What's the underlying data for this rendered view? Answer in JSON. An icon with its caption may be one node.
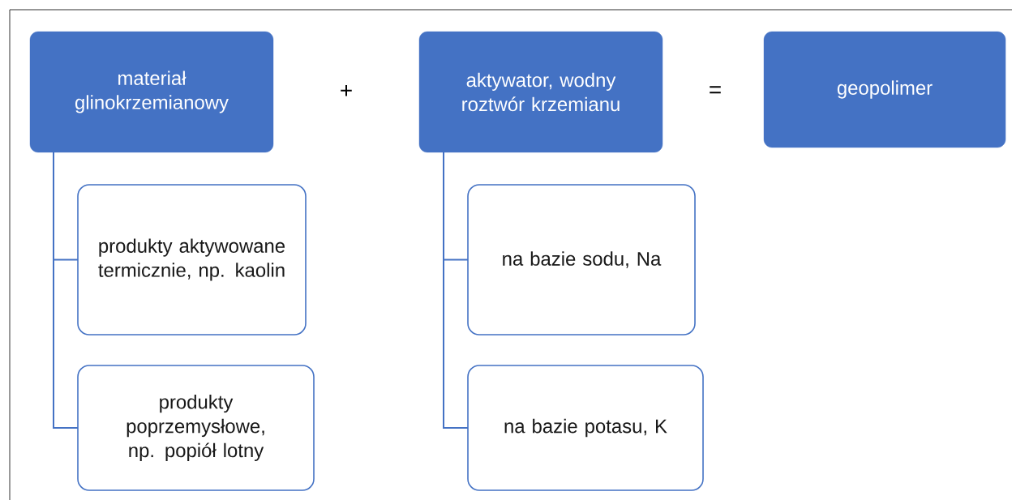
{
  "diagram": {
    "nodes": [
      {
        "text": [
          "materiał glinokrzemianowy"
        ]
      },
      {
        "text": [
          "aktywator, wodny roztwór krzemianu"
        ]
      },
      {
        "text": [
          "geopolimer"
        ]
      },
      {
        "text": [
          "produkty aktywowane termicznie, np. kaolin"
        ]
      },
      {
        "text": [
          "produkty poprzemysłowe, np. popiół lotny"
        ]
      },
      {
        "text": [
          "na bazie sodu, Na"
        ]
      },
      {
        "text": [
          "na bazie potasu, K"
        ]
      }
    ],
    "edges": [
      {
        "from": 0,
        "to": 3,
        "arrow": "none"
      },
      {
        "from": 0,
        "to": 4,
        "arrow": "none"
      },
      {
        "from": 1,
        "to": 5,
        "arrow": "none"
      },
      {
        "from": 1,
        "to": 6,
        "arrow": "none"
      }
    ],
    "labels": [
      "+",
      "="
    ]
  }
}
